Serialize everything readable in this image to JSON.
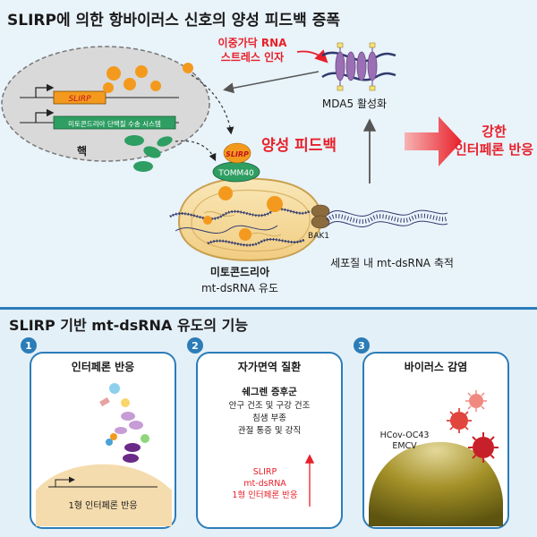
{
  "top": {
    "title": "SLIRP에 의한 항바이러스 신호의 양성 피드백 증폭",
    "nucleus_label": "핵",
    "gene_slirp": "SLIRP",
    "gene_import": "미토콘드리아 단백질 수송 시스템",
    "dsrna_stress_line1": "이중가닥 RNA",
    "dsrna_stress_line2": "스트레스 인자",
    "mda5_label": "MDA5 활성화",
    "positive_feedback": "양성 피드백",
    "strong_ifn_line1": "강한",
    "strong_ifn_line2": "인터페론 반응",
    "slirp_protein": "SLIRP",
    "tomm40": "TOMM40",
    "bak1": "BAK1",
    "mito_line1": "미토콘드리아",
    "mito_line2": "mt-dsRNA 유도",
    "cyto_accum": "세포질 내 mt-dsRNA 축적"
  },
  "bottom": {
    "title": "SLIRP 기반 mt-dsRNA 유도의 기능",
    "cards": [
      {
        "num": "1",
        "title": "인터페론 반응",
        "caption": "1형 인터페론 반응"
      },
      {
        "num": "2",
        "title": "자가면역 질환",
        "subtitle": "쉐그렌 증후군",
        "symptoms": [
          "안구 건조 및 구강 건조",
          "침샘 부종",
          "관절 통증 및 강직"
        ],
        "markers": [
          "SLIRP",
          "mt-dsRNA",
          "1형 인터페론 반응"
        ]
      },
      {
        "num": "3",
        "title": "바이러스 감염",
        "virus_line1": "HCov-OC43",
        "virus_line2": "EMCV"
      }
    ]
  },
  "colors": {
    "accent_red": "#e8202a",
    "slirp_orange": "#f39a1e",
    "tomm40_green": "#2e9e62",
    "mda5_purple": "#9b6fb3",
    "dsrna_navy": "#2f3a6e",
    "blue_border": "#2b7db8"
  }
}
